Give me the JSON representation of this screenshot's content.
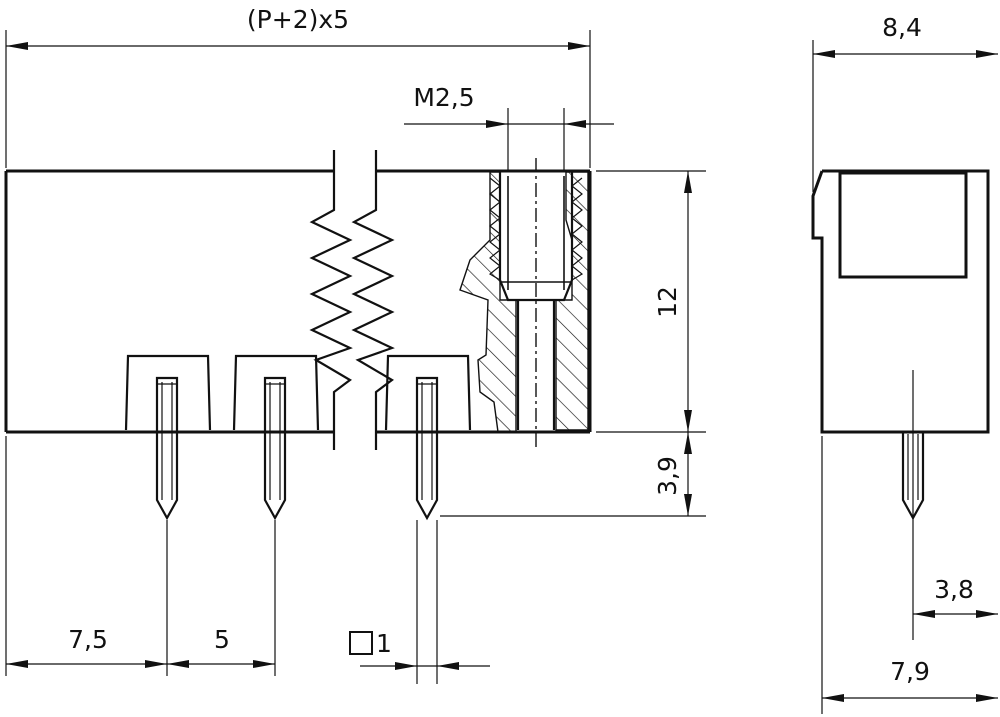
{
  "dimensions": {
    "overall_width": "(P+2)x5",
    "thread": "M2,5",
    "height": "12",
    "pin_length": "3,9",
    "first_pitch": "7,5",
    "pitch": "5",
    "pin_square": "1",
    "side_width": "8,4",
    "side_pin_offset": "3,8",
    "side_depth": "7,9"
  }
}
